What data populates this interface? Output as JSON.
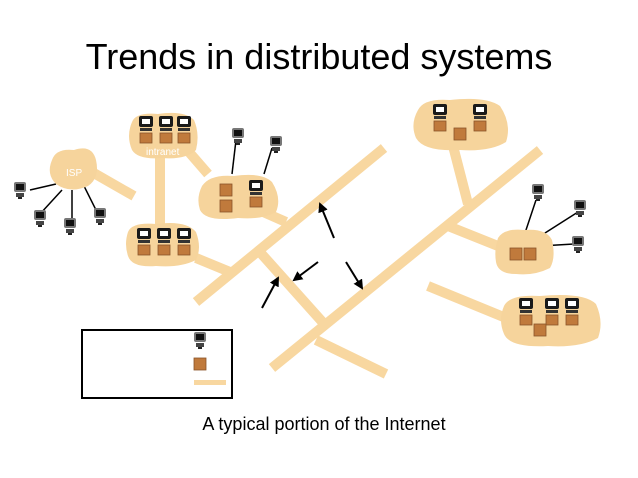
{
  "title": "Trends in distributed systems",
  "caption": "A typical portion of the Internet",
  "labels": {
    "intranet": "intranet",
    "isp": "ISP"
  },
  "colors": {
    "link": "#F8D7A0",
    "blob": "#F6D49C",
    "box": "#C07A3C",
    "server": "#1a1a1a",
    "arrow": "#000000",
    "background": "#ffffff"
  },
  "icons": [
    "desktop-computer-icon",
    "server-icon",
    "laptop-icon",
    "arrow-icon"
  ]
}
